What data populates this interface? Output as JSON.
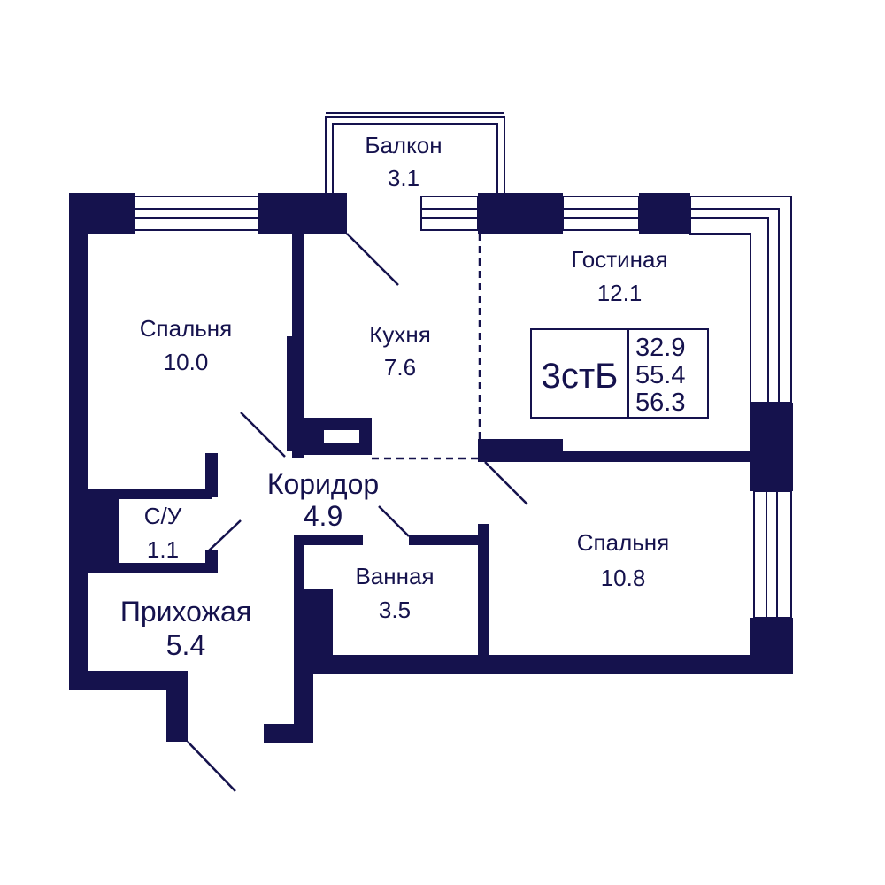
{
  "colors": {
    "wall": "#15124d",
    "background": "#ffffff"
  },
  "plan": {
    "code": "3стБ",
    "areas": [
      "32.9",
      "55.4",
      "56.3"
    ],
    "rooms": {
      "balcony": {
        "name": "Балкон",
        "area": "3.1"
      },
      "living": {
        "name": "Гостиная",
        "area": "12.1"
      },
      "kitchen": {
        "name": "Кухня",
        "area": "7.6"
      },
      "bedroom1": {
        "name": "Спальня",
        "area": "10.0"
      },
      "corridor": {
        "name": "Коридор",
        "area": "4.9"
      },
      "wc": {
        "name": "С/У",
        "area": "1.1"
      },
      "bathroom": {
        "name": "Ванная",
        "area": "3.5"
      },
      "bedroom2": {
        "name": "Спальня",
        "area": "10.8"
      },
      "hallway": {
        "name": "Прихожая",
        "area": "5.4"
      }
    }
  }
}
